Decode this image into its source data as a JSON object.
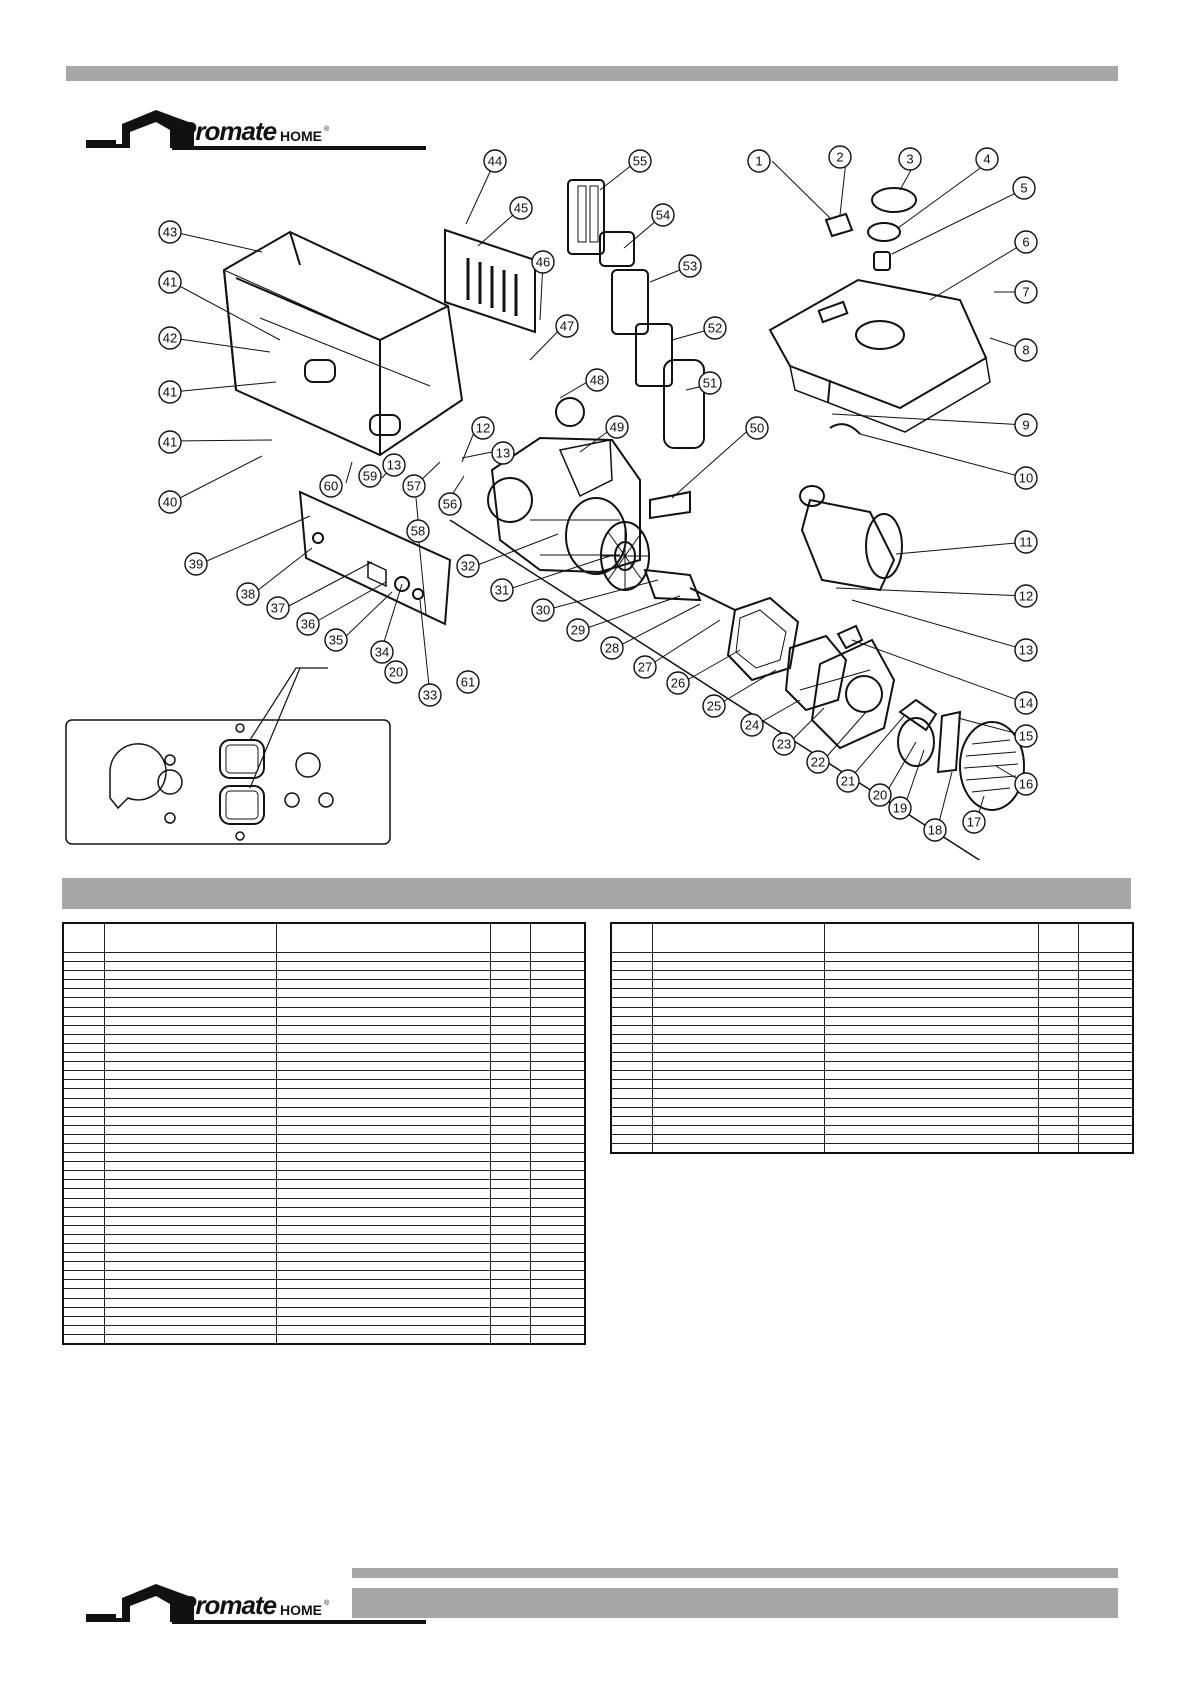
{
  "brand": {
    "name": "Promate",
    "suffix": "HOME",
    "reg_mark": "®"
  },
  "diagram": {
    "callouts": [
      "1",
      "2",
      "3",
      "4",
      "5",
      "6",
      "7",
      "8",
      "9",
      "10",
      "11",
      "12",
      "13",
      "14",
      "15",
      "16",
      "17",
      "18",
      "19",
      "20",
      "21",
      "22",
      "23",
      "24",
      "25",
      "26",
      "27",
      "28",
      "29",
      "30",
      "31",
      "32",
      "33",
      "34",
      "35",
      "36",
      "37",
      "38",
      "39",
      "40",
      "41",
      "42",
      "43",
      "44",
      "45",
      "46",
      "47",
      "48",
      "49",
      "50",
      "51",
      "52",
      "53",
      "54",
      "55",
      "56",
      "57",
      "58",
      "59",
      "60",
      "61"
    ],
    "extra_callouts": [
      "12",
      "13",
      "13",
      "20",
      "41",
      "41"
    ]
  },
  "colors": {
    "bar": "#a7a7a7",
    "line": "#111111"
  },
  "tables": {
    "left": {
      "rows": 43,
      "cols": 5
    },
    "right": {
      "rows": 22,
      "cols": 5
    }
  }
}
